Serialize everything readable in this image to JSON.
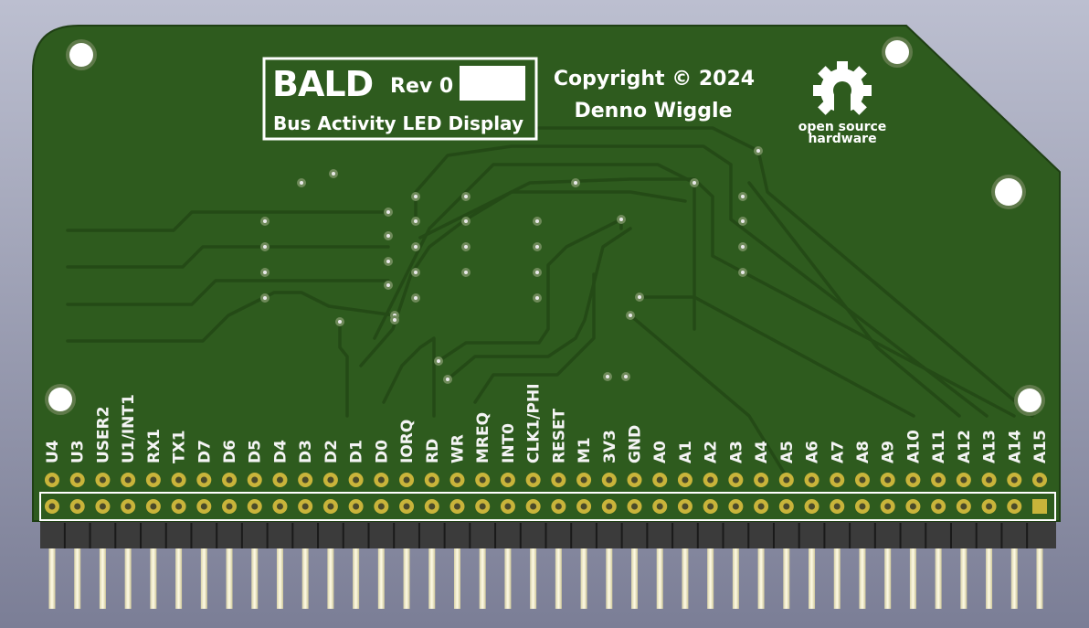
{
  "board": {
    "name": "BALD",
    "revision_label": "Rev 0",
    "subtitle": "Bus Activity LED Display",
    "copyright": "Copyright © 2024",
    "author": "Denno Wiggle",
    "oshw_logo_line1": "open source",
    "oshw_logo_line2": "hardware"
  },
  "colors": {
    "background": "#9a9db2",
    "board": "#2f5c1f",
    "silkscreen": "#ffffff",
    "pads": "#c9b43a",
    "connector_body": "#3a3a3a",
    "pins": "#f4efcc"
  },
  "pin_labels": [
    "U4",
    "U3",
    "USER2",
    "U1/INT1",
    "RX1",
    "TX1",
    "D7",
    "D6",
    "D5",
    "D4",
    "D3",
    "D2",
    "D1",
    "D0",
    "IORQ",
    "RD",
    "WR",
    "MREQ",
    "INT0",
    "CLK1/PHI",
    "RESET",
    "M1",
    "3V3",
    "GND",
    "A0",
    "A1",
    "A2",
    "A3",
    "A4",
    "A5",
    "A6",
    "A7",
    "A8",
    "A9",
    "A10",
    "A11",
    "A12",
    "A13",
    "A14",
    "A15"
  ]
}
